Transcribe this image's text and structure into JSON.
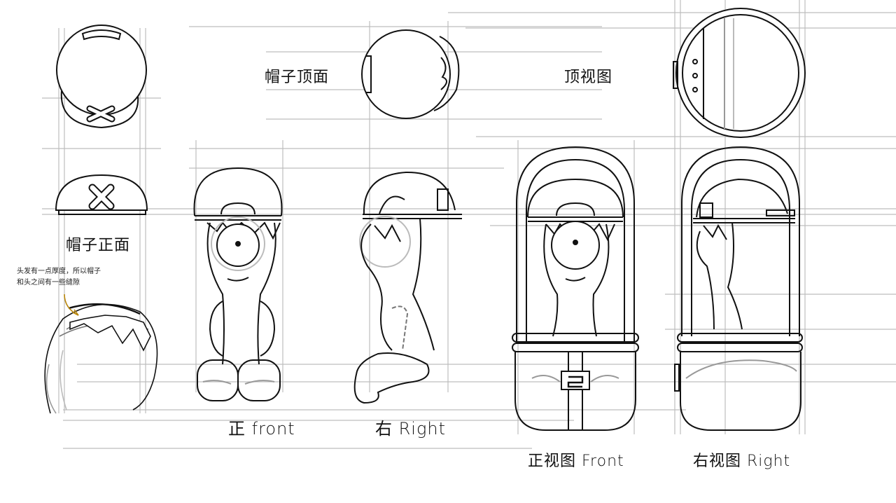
{
  "labels": {
    "hat_top": "帽子顶面",
    "hat_front": "帽子正面",
    "top_view": "顶视图",
    "char_front": "正 front",
    "char_right": "右 Right",
    "front_view": "正视图 Front",
    "right_view": "右视图 Right"
  },
  "note": {
    "line1": "头发有一点厚度，所以帽子",
    "line2": "和头之间有一些缝隙"
  },
  "colors": {
    "ink": "#111111",
    "guide": "#bdbdbd",
    "shade": "#9e9e9e",
    "arrow": "#b8860b"
  },
  "icons": {
    "hat_patch": "x-mark-icon",
    "pin": "pin-icon"
  }
}
